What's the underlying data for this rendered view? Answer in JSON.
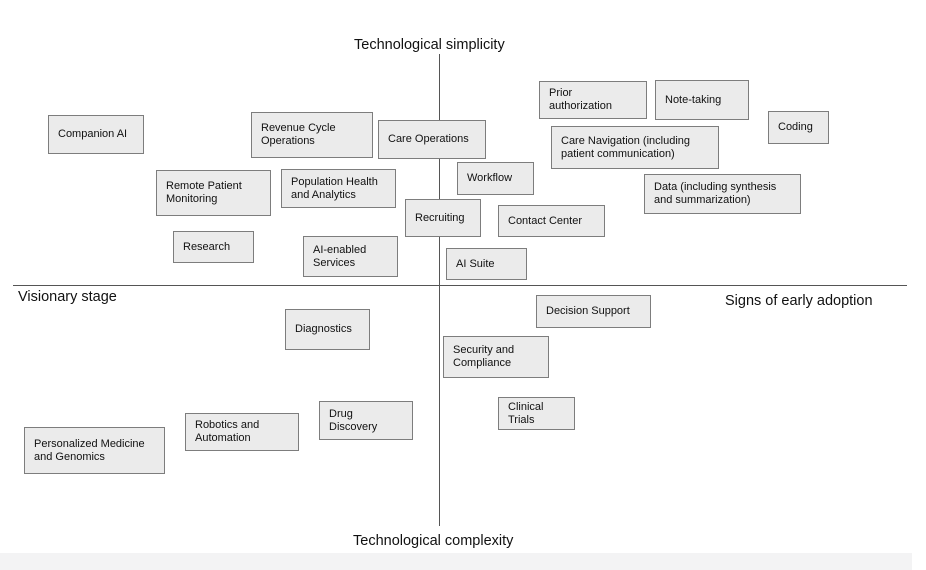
{
  "axes": {
    "top": "Technological simplicity",
    "bottom": "Technological complexity",
    "left": "Visionary stage",
    "right": "Signs of early adoption"
  },
  "items": [
    {
      "id": "companion-ai",
      "text": "Companion AI"
    },
    {
      "id": "revenue-cycle",
      "text": "Revenue Cycle\nOperations"
    },
    {
      "id": "care-operations",
      "text": "Care Operations"
    },
    {
      "id": "prior-authorization",
      "text": "Prior\nauthorization"
    },
    {
      "id": "note-taking",
      "text": "Note-taking"
    },
    {
      "id": "coding",
      "text": "Coding"
    },
    {
      "id": "care-navigation",
      "text": "Care Navigation (including\npatient communication)"
    },
    {
      "id": "remote-patient-monitoring",
      "text": "Remote Patient\nMonitoring"
    },
    {
      "id": "population-health",
      "text": "Population Health\nand Analytics"
    },
    {
      "id": "workflow",
      "text": "Workflow"
    },
    {
      "id": "data-synthesis",
      "text": "Data (including synthesis\nand summarization)"
    },
    {
      "id": "recruiting",
      "text": "Recruiting"
    },
    {
      "id": "contact-center",
      "text": "Contact Center"
    },
    {
      "id": "research",
      "text": "Research"
    },
    {
      "id": "ai-enabled-services",
      "text": "AI-enabled\nServices"
    },
    {
      "id": "ai-suite",
      "text": "AI Suite"
    },
    {
      "id": "decision-support",
      "text": "Decision Support"
    },
    {
      "id": "diagnostics",
      "text": "Diagnostics"
    },
    {
      "id": "security-compliance",
      "text": "Security and\nCompliance"
    },
    {
      "id": "clinical-trials",
      "text": "Clinical\nTrials"
    },
    {
      "id": "drug-discovery",
      "text": "Drug\nDiscovery"
    },
    {
      "id": "robotics-automation",
      "text": "Robotics and\nAutomation"
    },
    {
      "id": "personalized-medicine",
      "text": "Personalized Medicine\nand Genomics"
    }
  ]
}
